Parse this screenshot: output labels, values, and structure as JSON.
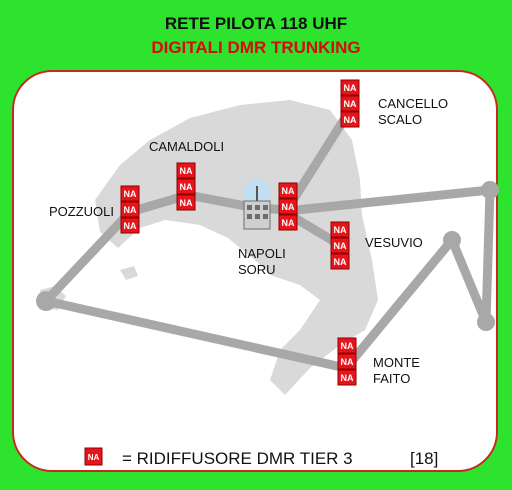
{
  "header": {
    "title_line1": "RETE PILOTA 118 UHF",
    "title_line2": "DIGITALI DMR TRUNKING"
  },
  "colors": {
    "background": "#2ee32e",
    "border": "#c62a1e",
    "title_line2": "#d40c0c",
    "link": "#a8a8a8",
    "land": "#d9d9d9",
    "repeater": "#e8141b"
  },
  "sites": {
    "cancello": "CANCELLO\nSCALO",
    "camaldoli": "CAMALDOLI",
    "pozzuoli": "POZZUOLI",
    "napoli": "NAPOLI\nSORU",
    "vesuvio": "VESUVIO",
    "faito": "MONTE\nFAITO"
  },
  "repeater_badge": "NA",
  "legend": {
    "icon_label": "NA",
    "text": "= RIDIFFUSORE DMR TIER 3",
    "reference": "[18]"
  }
}
